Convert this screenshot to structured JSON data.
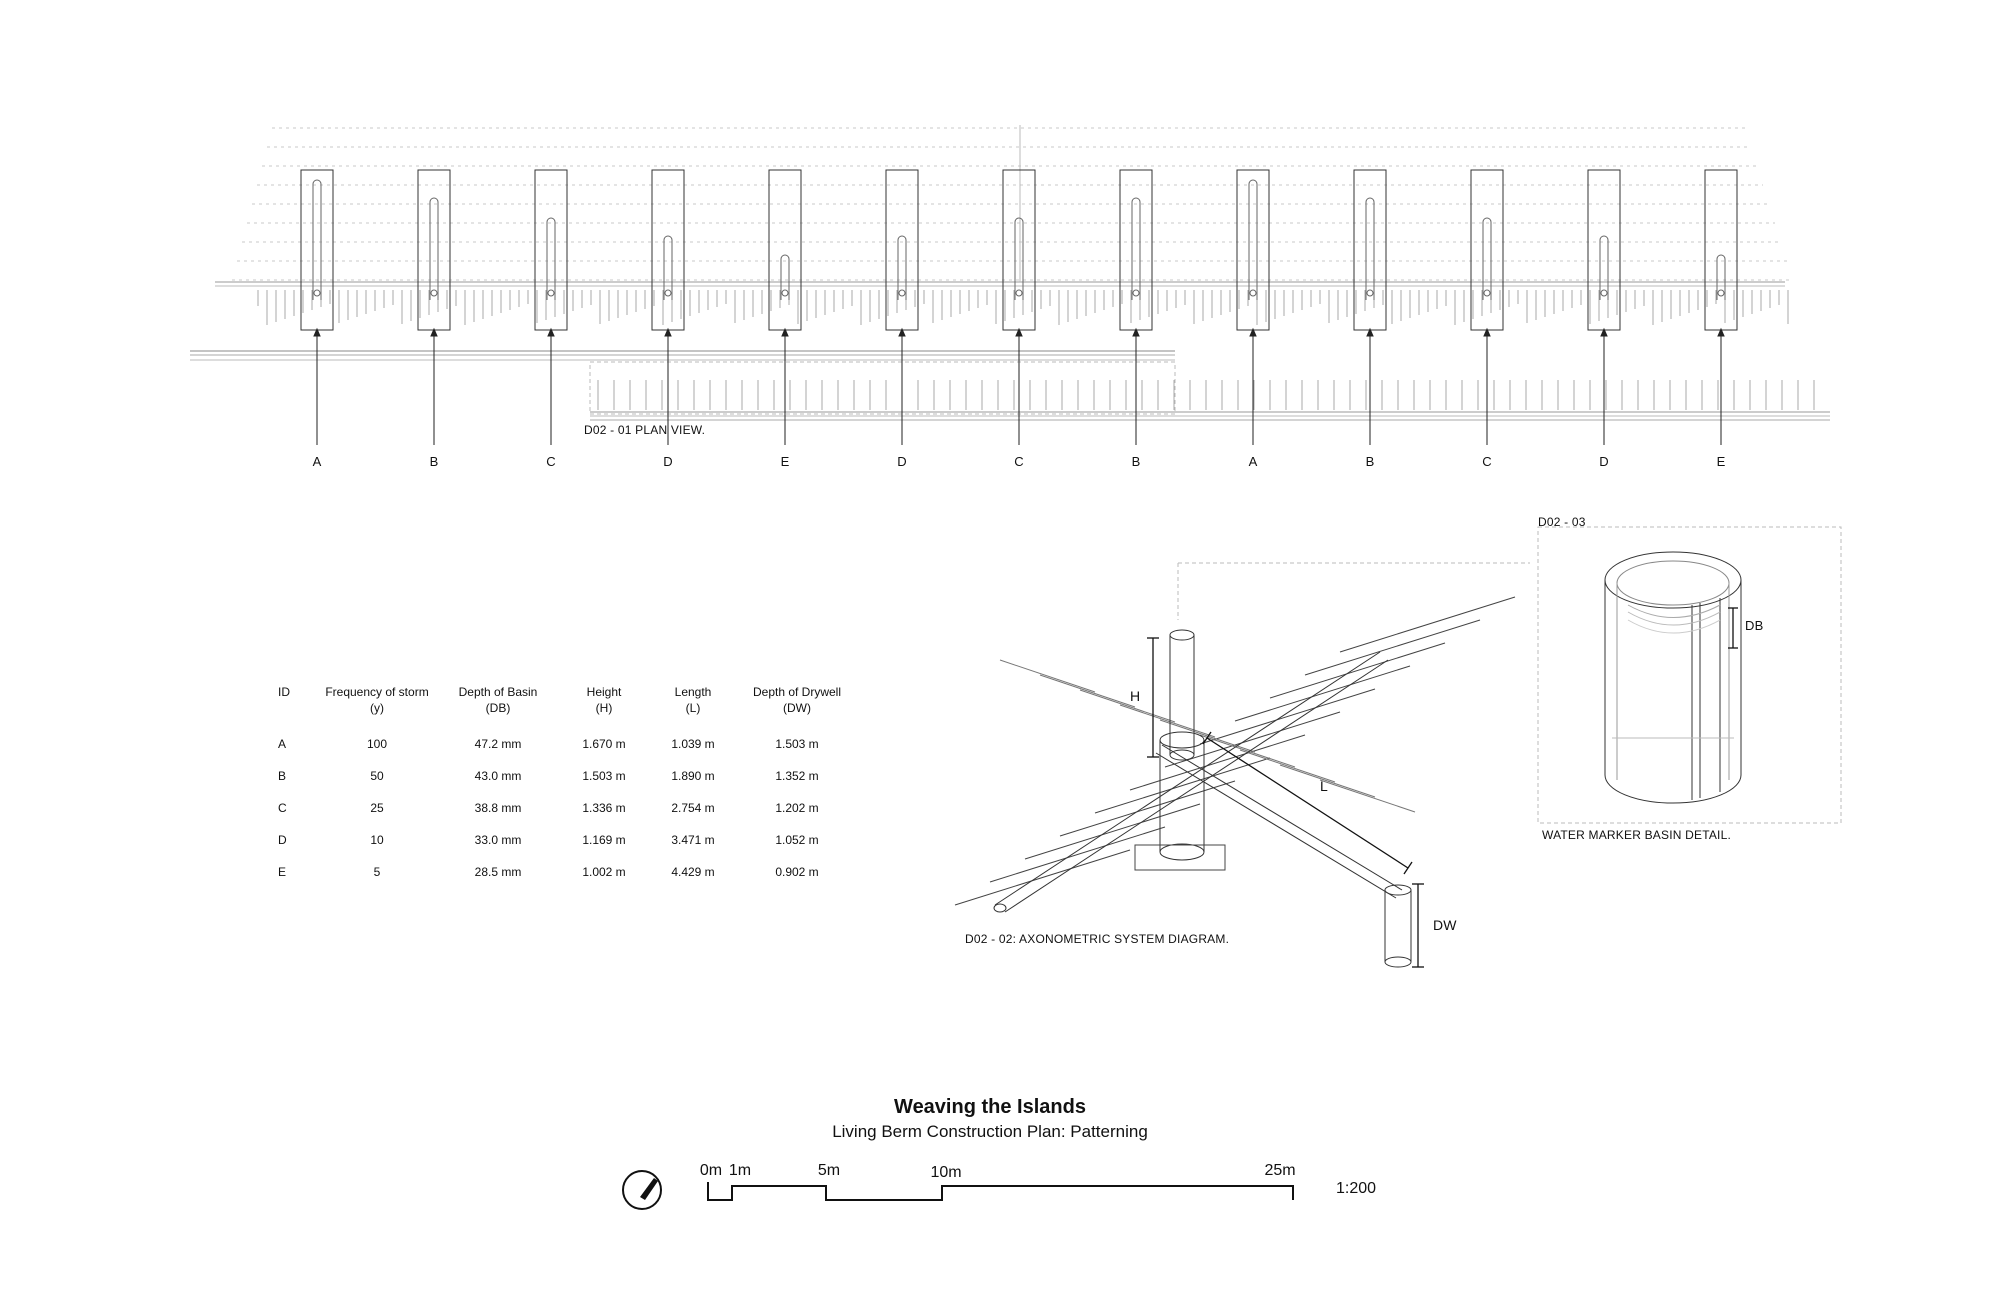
{
  "plan": {
    "caption": "D02 - 01 PLAN VIEW.",
    "markers": [
      "A",
      "B",
      "C",
      "D",
      "E",
      "D",
      "C",
      "B",
      "A",
      "B",
      "C",
      "D",
      "E"
    ]
  },
  "axo": {
    "caption": "D02 - 02: AXONOMETRIC SYSTEM DIAGRAM.",
    "label_h": "H",
    "label_l": "L",
    "label_dw": "DW"
  },
  "detail": {
    "code": "D02 - 03",
    "label_db": "DB",
    "caption": "WATER MARKER BASIN DETAIL."
  },
  "table": {
    "headers": [
      [
        "ID",
        ""
      ],
      [
        "Frequency of storm",
        "(y)"
      ],
      [
        "Depth of Basin",
        "(DB)"
      ],
      [
        "Height",
        "(H)"
      ],
      [
        "Length",
        "(L)"
      ],
      [
        "Depth of Drywell",
        "(DW)"
      ]
    ],
    "rows": [
      [
        "A",
        "100",
        "47.2 mm",
        "1.670 m",
        "1.039 m",
        "1.503 m"
      ],
      [
        "B",
        "50",
        "43.0 mm",
        "1.503 m",
        "1.890 m",
        "1.352 m"
      ],
      [
        "C",
        "25",
        "38.8 mm",
        "1.336 m",
        "2.754 m",
        "1.202 m"
      ],
      [
        "D",
        "10",
        "33.0 mm",
        "1.169 m",
        "3.471 m",
        "1.052 m"
      ],
      [
        "E",
        "5",
        "28.5 mm",
        "1.002 m",
        "4.429 m",
        "0.902 m"
      ]
    ]
  },
  "title_block": {
    "title": "Weaving the Islands",
    "subtitle": "Living Berm Construction Plan: Patterning",
    "scale_ratio": "1:200",
    "scale_labels": [
      "0m",
      "1m",
      "5m",
      "10m",
      "25m"
    ],
    "north_icon": "north-arrow-icon"
  }
}
